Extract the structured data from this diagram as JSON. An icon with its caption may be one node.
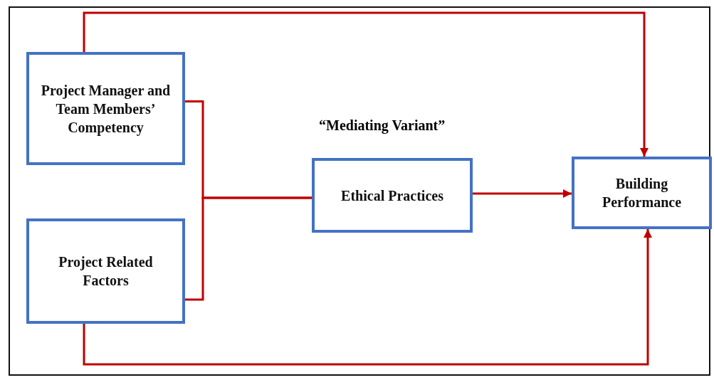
{
  "diagram": {
    "nodes": [
      {
        "text": [
          "Project Manager and Team Members’ Competency"
        ]
      },
      {
        "text": [
          "Project Related Factors"
        ]
      },
      {
        "text": [
          "Ethical Practices"
        ]
      },
      {
        "text": [
          "Building Performance"
        ]
      }
    ],
    "edges": [
      {
        "from": 0,
        "to": 2,
        "arrow": "none"
      },
      {
        "from": 1,
        "to": 2,
        "arrow": "none"
      },
      {
        "from": 2,
        "to": 3,
        "arrow": "to"
      },
      {
        "from": 0,
        "to": 3,
        "arrow": "to"
      },
      {
        "from": 1,
        "to": 3,
        "arrow": "to"
      }
    ],
    "labels": [
      "“Mediating Variant”"
    ]
  }
}
